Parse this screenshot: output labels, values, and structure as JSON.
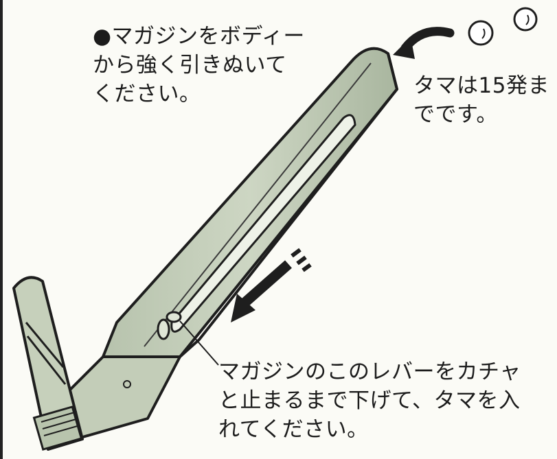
{
  "instructions": {
    "remove_magazine": [
      "●マガジンをボディー",
      "から強く引きぬいて",
      "ください。"
    ],
    "ammo_capacity": [
      "タマは15発ま",
      "でです。"
    ],
    "lever_instruction": [
      "マガジンのこのレバーをカチャ",
      "と止まるまで下げて、タマを入",
      "れてください。"
    ]
  },
  "icons": [
    "magazine-illustration",
    "arrow-icon",
    "ball-icon",
    "down-arrow-icon"
  ]
}
